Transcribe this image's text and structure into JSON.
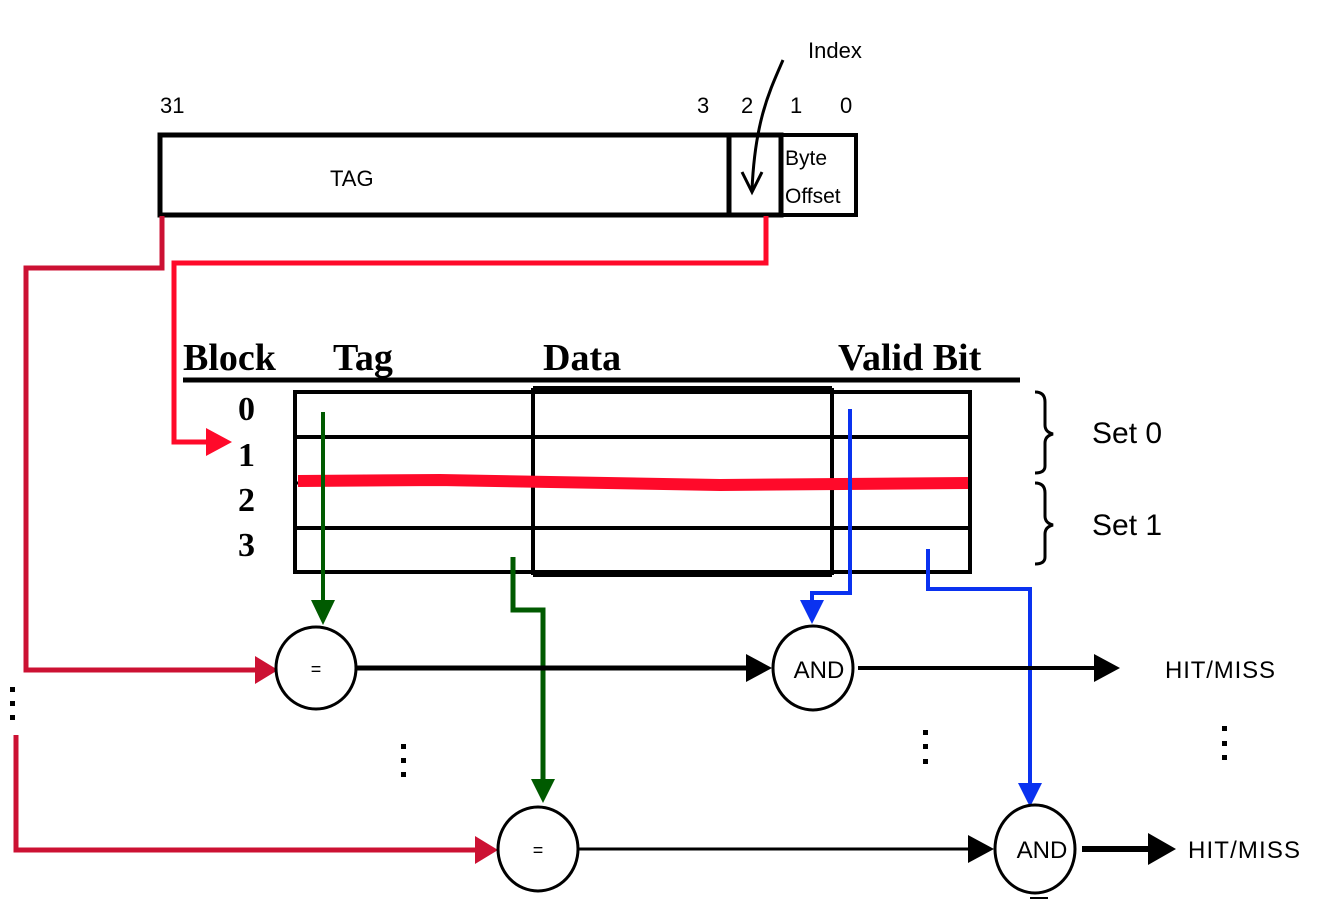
{
  "address": {
    "bit_labels": {
      "high": "31",
      "tag_low": "3",
      "index": "2",
      "offset_high": "1",
      "offset_low": "0"
    },
    "fields": {
      "tag": "TAG",
      "byte_offset_line1": "Byte",
      "byte_offset_line2": "Offset"
    },
    "index_callout": "Index"
  },
  "cache_table": {
    "headers": {
      "block": "Block",
      "tag": "Tag",
      "data": "Data",
      "valid": "Valid Bit"
    },
    "block_numbers": [
      "0",
      "1",
      "2",
      "3"
    ],
    "sets": [
      "Set 0",
      "Set 1"
    ],
    "selected_block": "1"
  },
  "comparators": [
    {
      "label": "=",
      "and_label": "AND",
      "output": "HIT/MISS"
    },
    {
      "label": "=",
      "and_label": "AND",
      "output": "HIT/MISS"
    }
  ],
  "ellipsis": "⋮",
  "colors": {
    "tag_path": "#cc1133",
    "index_path": "#ff0a2a",
    "tag_compare_path": "#005a00",
    "valid_path": "#0a32f0",
    "line": "#000000"
  }
}
